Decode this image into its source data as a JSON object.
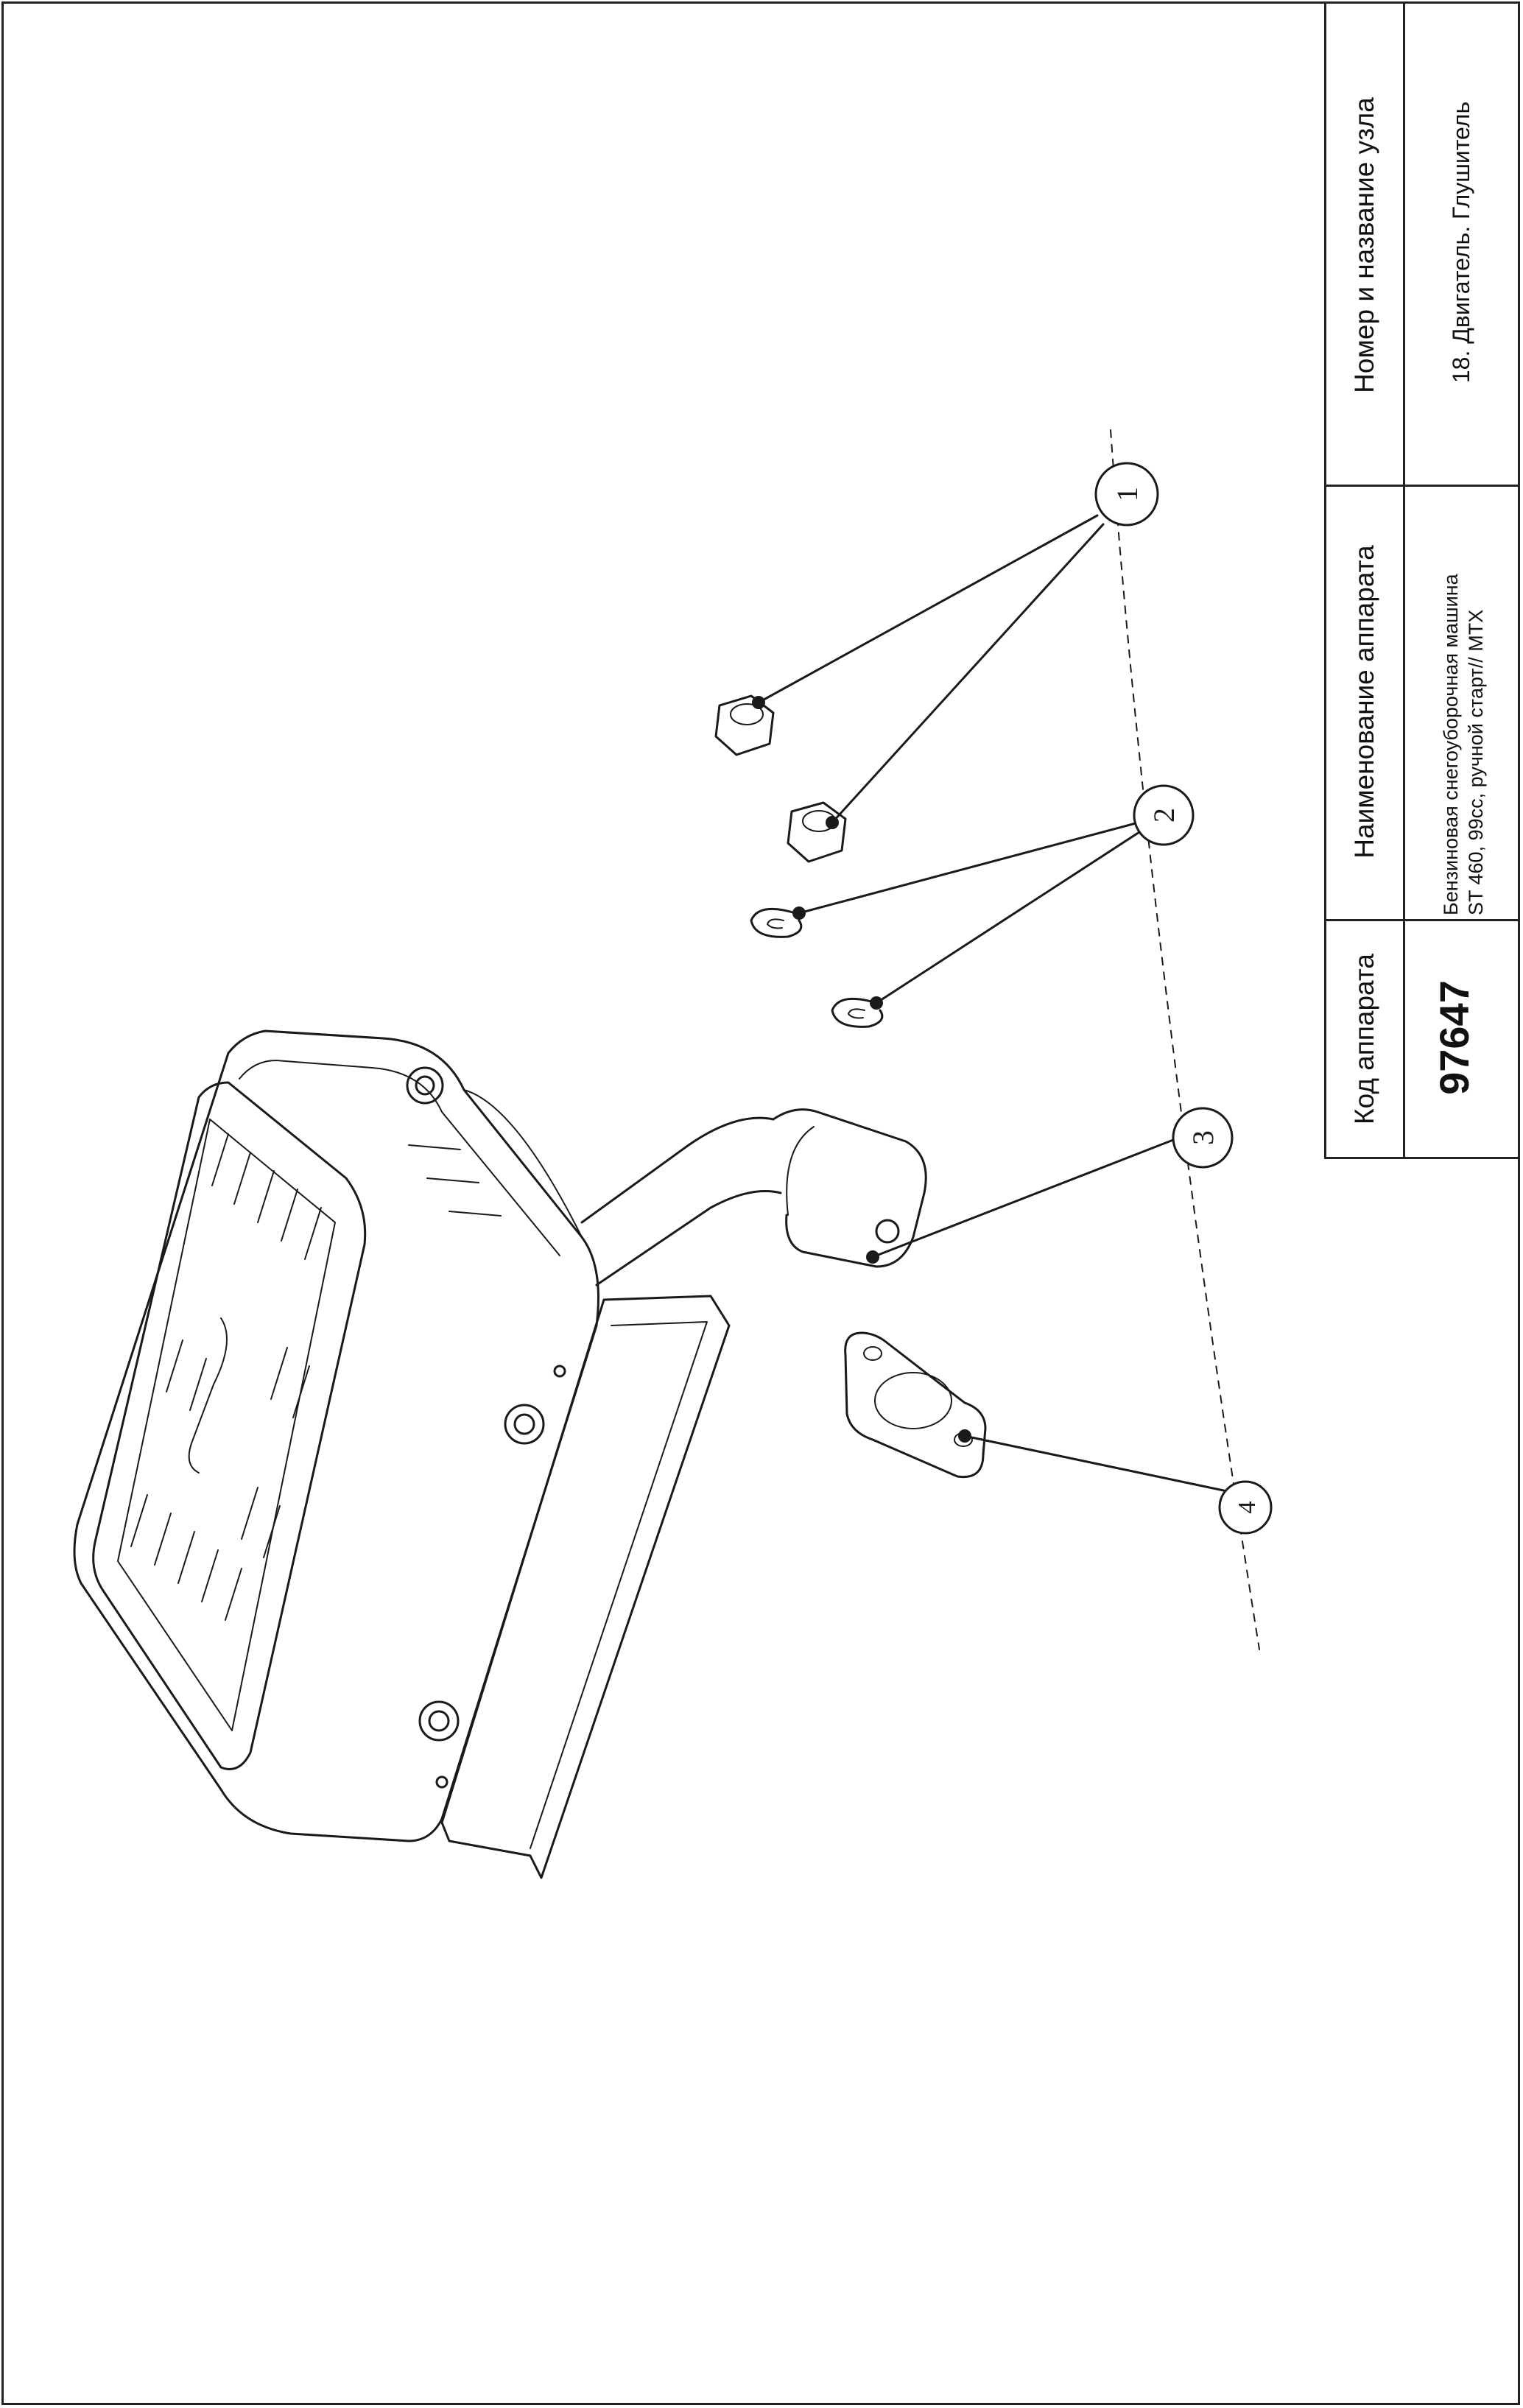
{
  "title_block": {
    "col_headers": {
      "code": "Код аппарата",
      "name": "Наименование аппарата",
      "node": "Номер и название узла"
    },
    "values": {
      "code": "97647",
      "name_line1": "Бензиновая снегоуборочная машина",
      "name_line2": "ST 460, 99cc, ручной старт// MTX",
      "node": "18. Двигатель. Глушитель"
    }
  },
  "drawing": {
    "callouts": [
      {
        "label": "1",
        "part": "nut"
      },
      {
        "label": "2",
        "part": "spring-washer"
      },
      {
        "label": "3",
        "part": "exhaust-pipe-flange"
      },
      {
        "label": "4",
        "part": "gasket"
      }
    ],
    "line_color": "#1a1a1a"
  }
}
